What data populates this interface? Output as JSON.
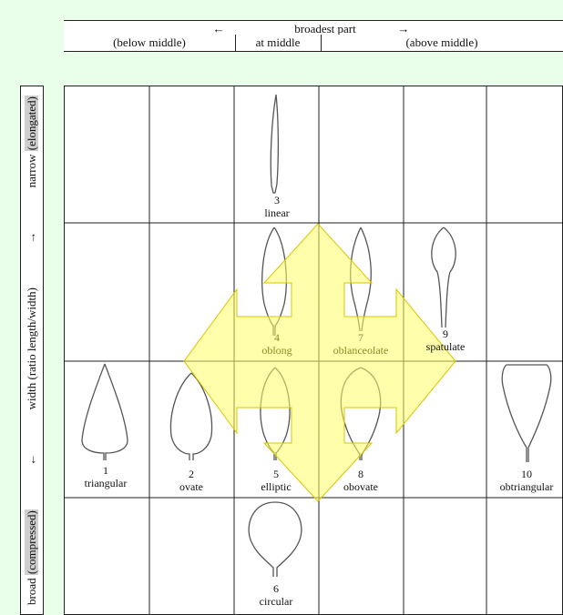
{
  "header": {
    "arrow_left": "←",
    "title": "broadest part",
    "arrow_right": "→",
    "col_below": "(below middle)",
    "col_middle": "at middle",
    "col_above": "(above middle)"
  },
  "side": {
    "top_label": "narrow",
    "top_label_highlight": "(elongated)",
    "arrow_up": "→",
    "axis_label": "width (ratio length/width)",
    "arrow_down": "←",
    "bottom_label": "broad",
    "bottom_label_highlight": "(compressed)"
  },
  "shapes": [
    {
      "num": "3",
      "name": "linear"
    },
    {
      "num": "4",
      "name": "oblong"
    },
    {
      "num": "7",
      "name": "oblanceolate"
    },
    {
      "num": "9",
      "name": "spatulate"
    },
    {
      "num": "1",
      "name": "triangular"
    },
    {
      "num": "2",
      "name": "ovate"
    },
    {
      "num": "5",
      "name": "elliptic"
    },
    {
      "num": "8",
      "name": "obovate"
    },
    {
      "num": "10",
      "name": "obtriangular"
    },
    {
      "num": "6",
      "name": "circular"
    }
  ],
  "colors": {
    "background": "#eaffea",
    "overlay_fill": "#ffff66",
    "overlay_stroke": "#d9c400",
    "grid_line": "#222222"
  }
}
